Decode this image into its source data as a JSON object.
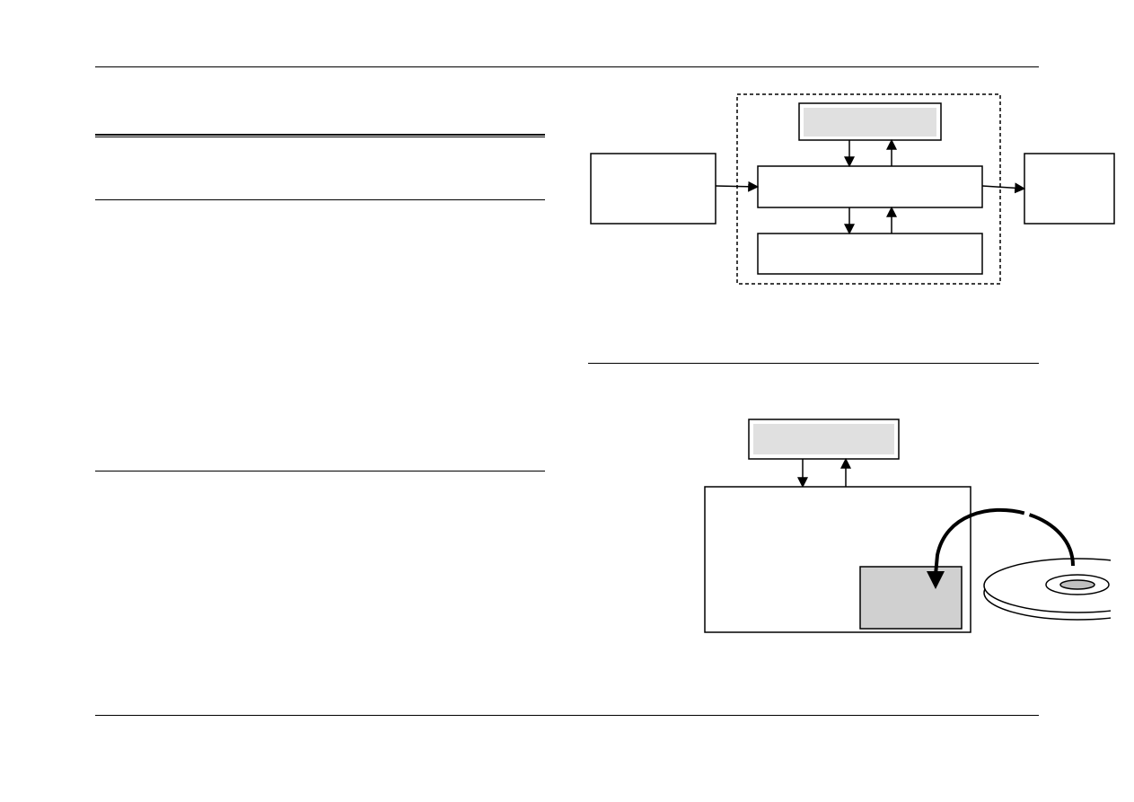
{
  "colors": {
    "line": "#000000",
    "panel_fill": "#e0e0e0",
    "module_fill": "#d0d0d0",
    "disc_hub": "#c0c0c0",
    "background": "#ffffff"
  },
  "figure_top": {
    "blocks": [
      "input-box",
      "top-panel",
      "middle-bar",
      "lower-bar",
      "output-box"
    ],
    "container": "dashed-enclosure"
  },
  "figure_bottom": {
    "blocks": [
      "top-panel",
      "device-frame",
      "device-module",
      "optical-disc"
    ]
  }
}
